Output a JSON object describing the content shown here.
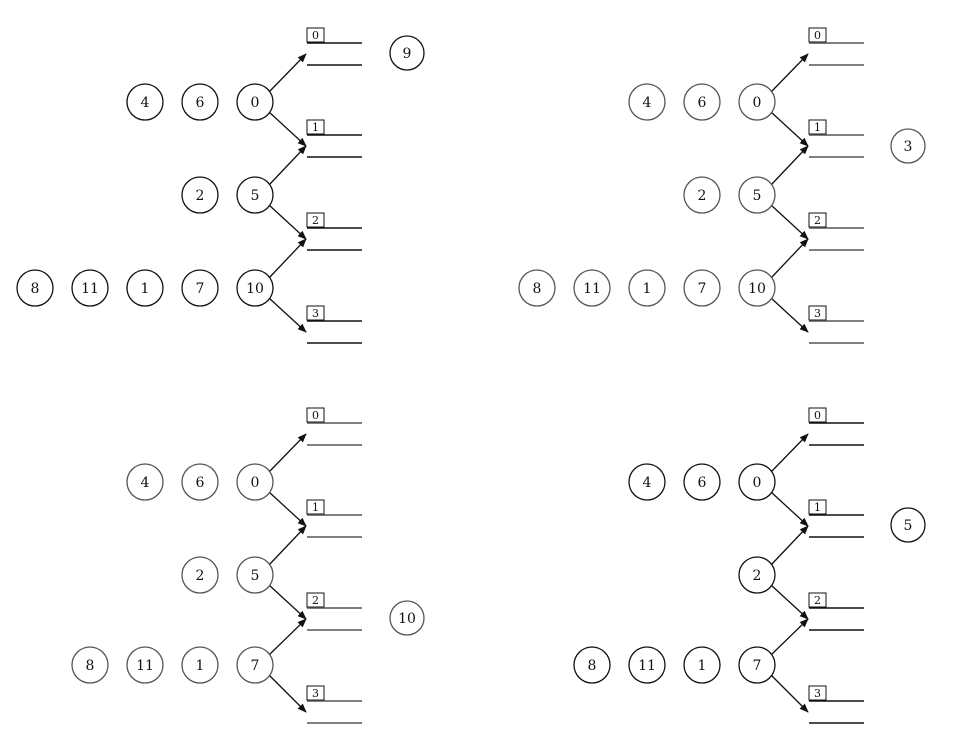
{
  "colors": {
    "ink": "#111111",
    "faded": "#555555",
    "background": "#ffffff"
  },
  "panels": [
    {
      "nodes": [
        {
          "id": "n4",
          "label": "4"
        },
        {
          "id": "n6",
          "label": "6"
        },
        {
          "id": "n0",
          "label": "0"
        },
        {
          "id": "n2",
          "label": "2"
        },
        {
          "id": "n5",
          "label": "5"
        },
        {
          "id": "n8",
          "label": "8"
        },
        {
          "id": "n11",
          "label": "11"
        },
        {
          "id": "n1",
          "label": "1"
        },
        {
          "id": "n7",
          "label": "7"
        },
        {
          "id": "n10",
          "label": "10"
        }
      ],
      "slots": [
        "0",
        "1",
        "2",
        "3"
      ],
      "highlight": "9"
    },
    {
      "nodes": [
        {
          "id": "n4",
          "label": "4"
        },
        {
          "id": "n6",
          "label": "6"
        },
        {
          "id": "n0",
          "label": "0"
        },
        {
          "id": "n2",
          "label": "2"
        },
        {
          "id": "n5",
          "label": "5"
        },
        {
          "id": "n8",
          "label": "8"
        },
        {
          "id": "n11",
          "label": "11"
        },
        {
          "id": "n1",
          "label": "1"
        },
        {
          "id": "n7",
          "label": "7"
        },
        {
          "id": "n10",
          "label": "10"
        }
      ],
      "slots": [
        "0",
        "1",
        "2",
        "3"
      ],
      "highlight": "3"
    },
    {
      "nodes": [
        {
          "id": "n4",
          "label": "4"
        },
        {
          "id": "n6",
          "label": "6"
        },
        {
          "id": "n0",
          "label": "0"
        },
        {
          "id": "n2",
          "label": "2"
        },
        {
          "id": "n5",
          "label": "5"
        },
        {
          "id": "n8",
          "label": "8"
        },
        {
          "id": "n11",
          "label": "11"
        },
        {
          "id": "n1",
          "label": "1"
        },
        {
          "id": "n7",
          "label": "7"
        }
      ],
      "slots": [
        "0",
        "1",
        "2",
        "3"
      ],
      "highlight": "10"
    },
    {
      "nodes": [
        {
          "id": "n4",
          "label": "4"
        },
        {
          "id": "n6",
          "label": "6"
        },
        {
          "id": "n0",
          "label": "0"
        },
        {
          "id": "n2",
          "label": "2"
        },
        {
          "id": "n8",
          "label": "8"
        },
        {
          "id": "n11",
          "label": "11"
        },
        {
          "id": "n1",
          "label": "1"
        },
        {
          "id": "n7",
          "label": "7"
        }
      ],
      "slots": [
        "0",
        "1",
        "2",
        "3"
      ],
      "highlight": "5"
    }
  ]
}
